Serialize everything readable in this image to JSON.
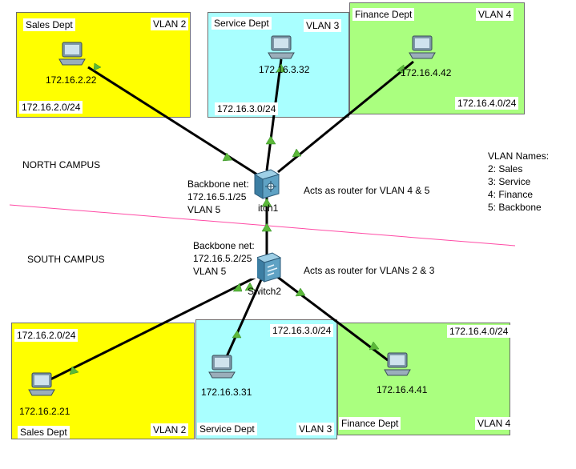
{
  "colors": {
    "sales": "#ffff00",
    "service": "#a9ffff",
    "finance": "#aaff7f",
    "link": "#000000",
    "link_light": "#00ff00",
    "campus_divider": "#ff4aa5"
  },
  "north": {
    "campus_label": "NORTH CAMPUS",
    "sales": {
      "name": "Sales Dept",
      "vlan": "VLAN 2",
      "pc_ip": "172.16.2.22",
      "subnet": "172.16.2.0/24"
    },
    "service": {
      "name": "Service Dept",
      "vlan": "VLAN 3",
      "pc_ip": "172.16.3.32",
      "subnet": "172.16.3.0/24"
    },
    "finance": {
      "name": "Finance Dept",
      "vlan": "VLAN 4",
      "pc_ip": "172.16.4.42",
      "subnet": "172.16.4.0/24"
    },
    "switch": {
      "label": "itch1",
      "backbone_title": "Backbone net:",
      "backbone_ip": "172.16.5.1/25",
      "backbone_vlan": "VLAN 5",
      "note": "Acts as router for VLAN 4 & 5"
    }
  },
  "south": {
    "campus_label": "SOUTH CAMPUS",
    "sales": {
      "name": "Sales Dept",
      "vlan": "VLAN 2",
      "pc_ip": "172.16.2.21",
      "subnet": "172.16.2.0/24"
    },
    "service": {
      "name": "Service Dept",
      "vlan": "VLAN 3",
      "pc_ip": "172.16.3.31",
      "subnet": "172.16.3.0/24"
    },
    "finance": {
      "name": "Finance Dept",
      "vlan": "VLAN 4",
      "pc_ip": "172.16.4.41",
      "subnet": "172.16.4.0/24"
    },
    "switch": {
      "label": "Switch2",
      "backbone_title": "Backbone net:",
      "backbone_ip": "172.16.5.2/25",
      "backbone_vlan": "VLAN 5",
      "note": "Acts as router for VLANs 2 & 3"
    }
  },
  "vlan_names": {
    "title": "VLAN Names:",
    "items": [
      "2: Sales",
      "3: Service",
      "4: Finance",
      "5: Backbone"
    ]
  }
}
